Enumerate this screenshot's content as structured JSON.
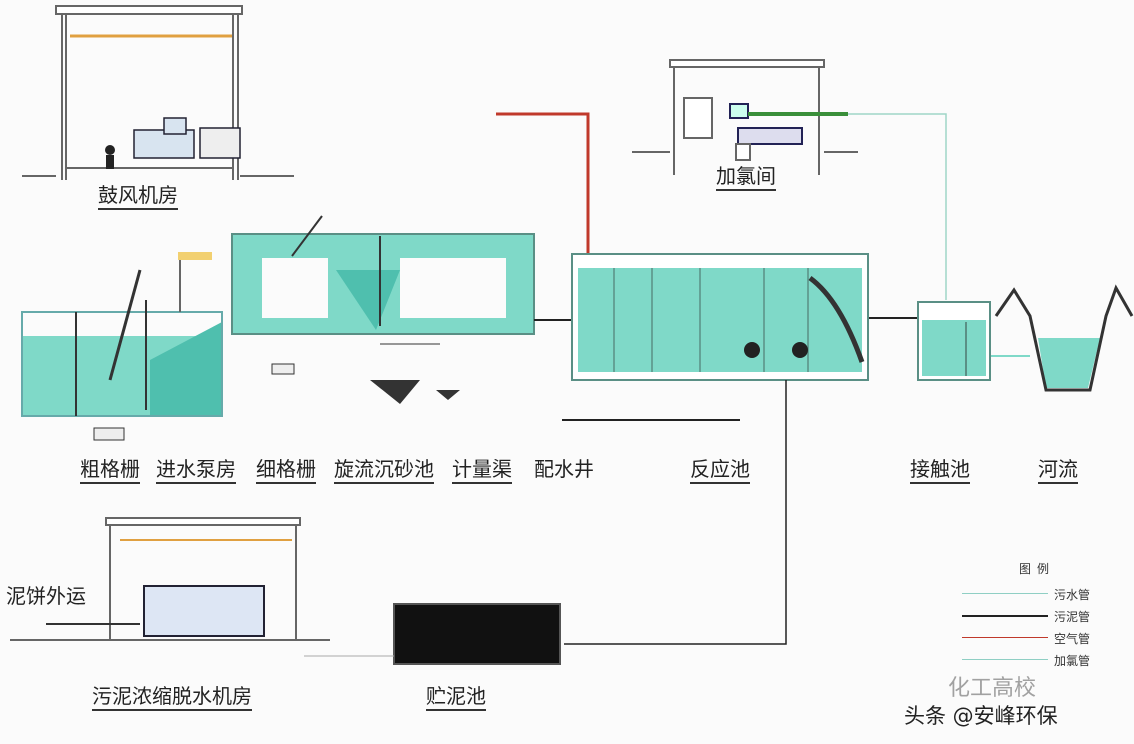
{
  "labels": {
    "blower_room": "鼓风机房",
    "chlorination_room": "加氯间",
    "coarse_screen": "粗格栅",
    "intake_pump": "进水泵房",
    "fine_screen": "细格栅",
    "vortex_grit": "旋流沉砂池",
    "metering": "计量渠",
    "distribution_well": "配水井",
    "reaction_tank": "反应池",
    "contact_tank": "接触池",
    "river": "河流",
    "sludge_cake": "泥饼外运",
    "dewatering_room": "污泥浓缩脱水机房",
    "sludge_tank": "贮泥池"
  },
  "legend": {
    "title": "图例",
    "items": [
      {
        "name": "污水管",
        "color": "#8fcfc4"
      },
      {
        "name": "污泥管",
        "color": "#222222"
      },
      {
        "name": "空气管",
        "color": "#c0392b"
      },
      {
        "name": "加氯管",
        "color": "#8fcfc4"
      }
    ]
  },
  "watermark": {
    "school": "化工高校",
    "author": "头条 @安峰环保"
  },
  "colors": {
    "water": "#7fd9c8",
    "water_dark": "#4fbfae",
    "wall": "#5a8f85",
    "air_pipe": "#c0392b",
    "sludge_pipe": "#1a1a1a",
    "chlorine_pipe": "#3a8f3a"
  }
}
